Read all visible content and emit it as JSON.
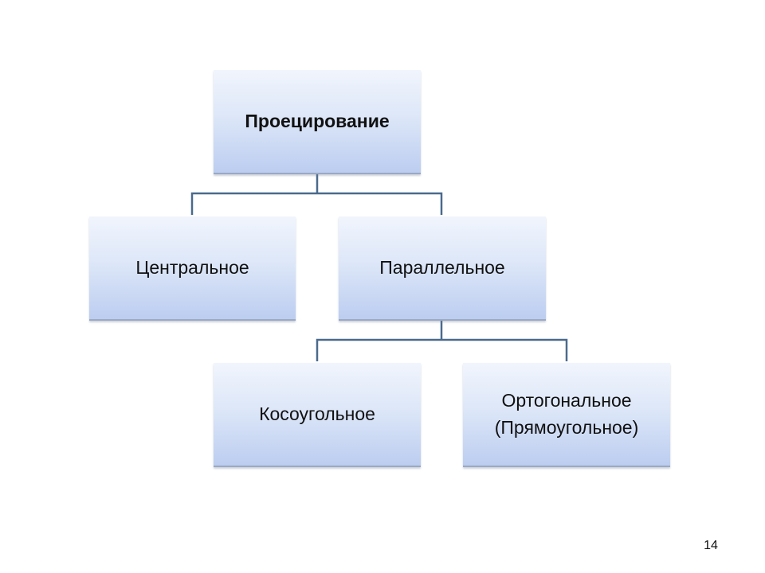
{
  "diagram": {
    "type": "tree",
    "colors": {
      "box_top": "#f1f5fd",
      "box_bottom": "#bccdf0",
      "connector": "#4a6a8e"
    },
    "nodes": [
      {
        "id": "projection",
        "label": "Проецирование"
      },
      {
        "id": "central",
        "label": "Центральное",
        "parent": "projection"
      },
      {
        "id": "parallel",
        "label": "Параллельное",
        "parent": "projection"
      },
      {
        "id": "oblique",
        "label": "Косоугольное",
        "parent": "parallel"
      },
      {
        "id": "orthogonal",
        "label": "Ортогональное\n(Прямоугольное)",
        "parent": "parallel"
      }
    ]
  },
  "slide": {
    "page_number": "14"
  }
}
